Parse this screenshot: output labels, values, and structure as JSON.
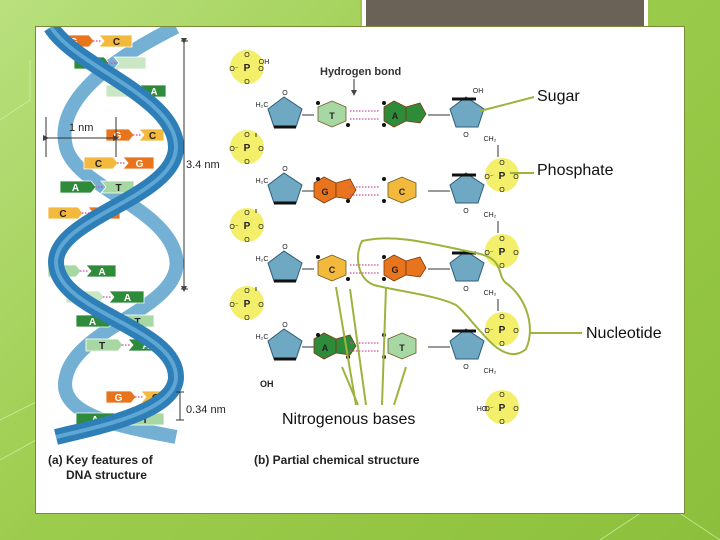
{
  "labels": {
    "sugar": "Sugar",
    "phosphate": "Phosphate",
    "nucleotide": "Nucleotide",
    "nitrogenous_bases": "Nitrogenous bases"
  },
  "figure": {
    "hydrogen_bond": "Hydrogen bond",
    "one_nm": "1 nm",
    "three_four_nm": "3.4 nm",
    "zero_34_nm": "0.34 nm",
    "caption_a_line1": "(a) Key features of",
    "caption_a_line2": "DNA structure",
    "caption_b": "(b) Partial chemical structure",
    "oh": "OH",
    "ho": "HO",
    "h2c": "H₂C",
    "ch2": "CH₂",
    "p": "P",
    "o": "O",
    "o_minus": "O⁻"
  },
  "helix_pairs": [
    {
      "left": "G",
      "right": "C"
    },
    {
      "left": "A",
      "right": ""
    },
    {
      "left": "",
      "right": "A"
    },
    {
      "left": "G",
      "right": "C"
    },
    {
      "left": "C",
      "right": "G"
    },
    {
      "left": "A",
      "right": "T"
    },
    {
      "left": "C",
      "right": "G"
    },
    {
      "left": "T",
      "right": "A"
    },
    {
      "left": "",
      "right": "A"
    },
    {
      "left": "A",
      "right": "T"
    },
    {
      "left": "T",
      "right": "A"
    },
    {
      "left": "G",
      "right": "C"
    },
    {
      "left": "A",
      "right": "T"
    }
  ],
  "chem_pairs": [
    {
      "left": "T",
      "right": "A"
    },
    {
      "left": "G",
      "right": "C"
    },
    {
      "left": "C",
      "right": "G"
    },
    {
      "left": "A",
      "right": "T"
    }
  ],
  "colors": {
    "G": "#e8741e",
    "C": "#f2b93c",
    "A": "#2e8b3a",
    "T": "#a7d8a4",
    "backbone": "#2e7fb8",
    "sugar": "#6fa8c2",
    "phosphate": "#f3ef6a",
    "annot": "#9cb43c"
  }
}
